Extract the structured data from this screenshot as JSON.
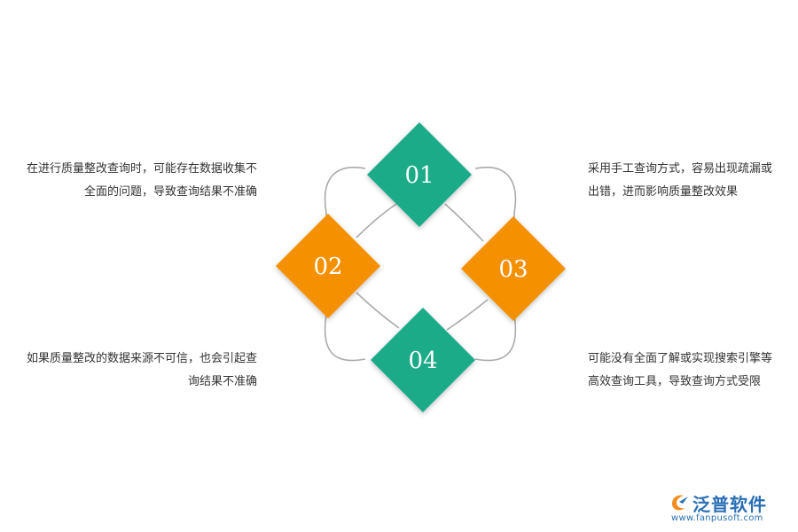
{
  "items": [
    {
      "num": "01",
      "color": "#1aab88",
      "text_lines": [
        "在进行质量整改查询时，可能存在数据收集不",
        "全面的问题，导致查询结果不准确"
      ]
    },
    {
      "num": "02",
      "color": "#f59105",
      "text_lines": [
        "如果质量整改的数据来源不可信，也会引起查",
        "询结果不准确"
      ]
    },
    {
      "num": "03",
      "color": "#f59105",
      "text_lines": [
        "采用手工查询方式，容易出现疏漏或",
        "出错，进而影响质量整改效果"
      ]
    },
    {
      "num": "04",
      "color": "#1aab88",
      "text_lines": [
        "可能没有全面了解或实现搜索引擎等",
        "高效查询工具，导致查询方式受限"
      ]
    }
  ],
  "logo": {
    "name": "泛普软件",
    "url": "www.fanpusoft.com",
    "color": "#2a6fb5"
  },
  "connector_color": "#aaaaaa"
}
